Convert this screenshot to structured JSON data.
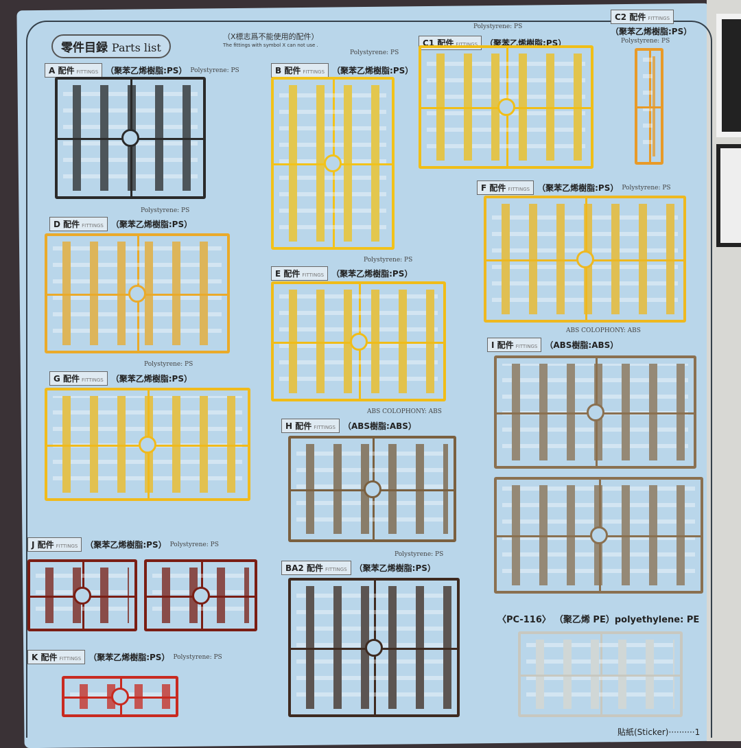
{
  "header": {
    "title_cn": "零件目録",
    "title_en": "Parts list",
    "note_cn": "（X標志爲不能使用的配件）",
    "note_en": "The fittings with symbol X can not use ."
  },
  "fittings_label": "FITTINGS",
  "sections": [
    {
      "id": "A",
      "label": "A 配件",
      "material_cn": "（聚苯乙烯樹脂:PS）",
      "material_en": "Polystyrene: PS",
      "color": "#2a2a2a"
    },
    {
      "id": "B",
      "label": "B 配件",
      "material_cn": "（聚苯乙烯樹脂:PS）",
      "material_en": "Polystyrene: PS",
      "color": "#f2c21a"
    },
    {
      "id": "C1",
      "label": "C1 配件",
      "material_cn": "（聚苯乙烯樹脂:PS）",
      "material_en": "Polystyrene: PS",
      "color": "#f0be18"
    },
    {
      "id": "C2",
      "label": "C2 配件",
      "material_cn": "（聚苯乙烯樹脂:PS）",
      "material_en": "Polystyrene: PS",
      "color": "#e89a28"
    },
    {
      "id": "D",
      "label": "D 配件",
      "material_cn": "（聚苯乙烯樹脂:PS）",
      "material_en": "Polystyrene: PS",
      "color": "#eaaa2a"
    },
    {
      "id": "E",
      "label": "E 配件",
      "material_cn": "（聚苯乙烯樹脂:PS）",
      "material_en": "Polystyrene: PS",
      "color": "#f0bc18"
    },
    {
      "id": "F",
      "label": "F 配件",
      "material_cn": "（聚苯乙烯樹脂:PS）",
      "material_en": "Polystyrene: PS",
      "color": "#eeb820"
    },
    {
      "id": "G",
      "label": "G 配件",
      "material_cn": "（聚苯乙烯樹脂:PS）",
      "material_en": "Polystyrene: PS",
      "color": "#f0ba1c"
    },
    {
      "id": "H",
      "label": "H 配件",
      "material_cn": "（ABS樹脂:ABS）",
      "material_en": "ABS COLOPHONY: ABS",
      "color": "#7a6040"
    },
    {
      "id": "I",
      "label": "I 配件",
      "material_cn": "（ABS樹脂:ABS）",
      "material_en": "ABS COLOPHONY: ABS",
      "color": "#8a7050"
    },
    {
      "id": "J",
      "label": "J 配件",
      "material_cn": "（聚苯乙烯樹脂:PS）",
      "material_en": "Polystyrene: PS",
      "color": "#7a1e14"
    },
    {
      "id": "BA2",
      "label": "BA2 配件",
      "material_cn": "（聚苯乙烯樹脂:PS）",
      "material_en": "Polystyrene: PS",
      "color": "#3e2a20"
    },
    {
      "id": "K",
      "label": "K 配件",
      "material_cn": "（聚苯乙烯樹脂:PS）",
      "material_en": "Polystyrene: PS",
      "color": "#c82a20"
    }
  ],
  "pc": {
    "label": "〈PC-116〉",
    "material": "（聚乙烯 PE）polyethylene: PE",
    "color": "#c8c8c0"
  },
  "footer": {
    "sticker": "貼紙(Sticker)··········1"
  }
}
